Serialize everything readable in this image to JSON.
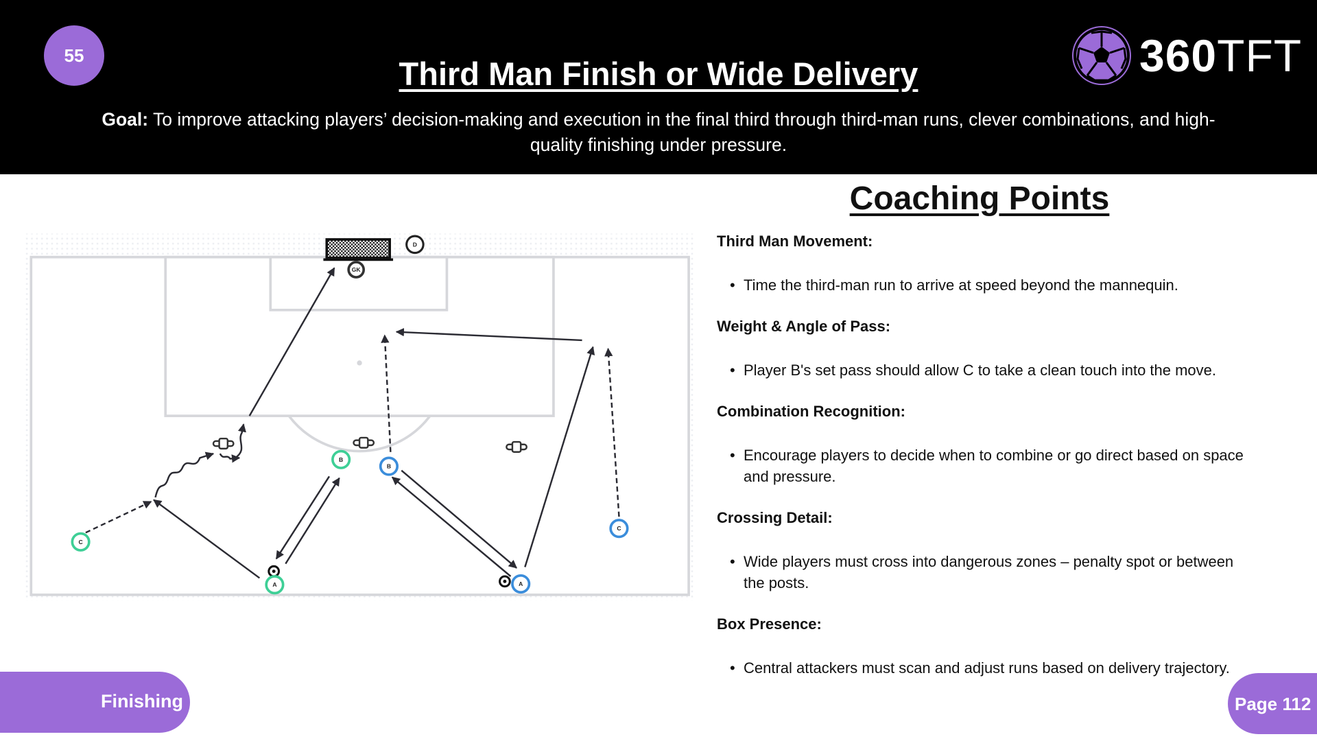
{
  "header": {
    "session_number": "55",
    "title": "Third Man Finish or Wide Delivery",
    "goal_label": "Goal:",
    "goal_text": " To improve attacking players’ decision-making and execution in the final third through third-man runs, clever combinations, and high-quality finishing under pressure.",
    "logo": {
      "bold": "360",
      "light": "TFT",
      "icon": "soccer-ball-icon"
    }
  },
  "coaching": {
    "title": "Coaching Points",
    "sections": [
      {
        "heading": "Third Man Movement:",
        "bullet": "Time the third-man run to arrive at speed beyond the mannequin."
      },
      {
        "heading": "Weight & Angle of Pass:",
        "bullet": "Player B's set pass should allow C to take a clean touch into the move."
      },
      {
        "heading": "Combination Recognition:",
        "bullet": "Encourage players to decide when to combine or go direct based on space and pressure."
      },
      {
        "heading": "Crossing Detail:",
        "bullet": "Wide players must cross into dangerous zones – penalty spot or between the posts."
      },
      {
        "heading": "Box Presence:",
        "bullet": "Central attackers must scan and adjust runs based on delivery trajectory."
      }
    ]
  },
  "diagram": {
    "goalkeeper": "GK",
    "defender": "D",
    "green_team": {
      "a": "A",
      "b": "B",
      "c": "C"
    },
    "blue_team": {
      "a": "A",
      "b": "B",
      "c": "C"
    },
    "colors": {
      "green": "#3ecf96",
      "blue": "#3b8ddb",
      "arrow": "#2b2b33",
      "lines": "#d6d7db"
    }
  },
  "footer": {
    "category": "Finishing",
    "page": "Page 112"
  },
  "colors": {
    "accent": "#9b6bd8",
    "header_bg": "#000000"
  }
}
